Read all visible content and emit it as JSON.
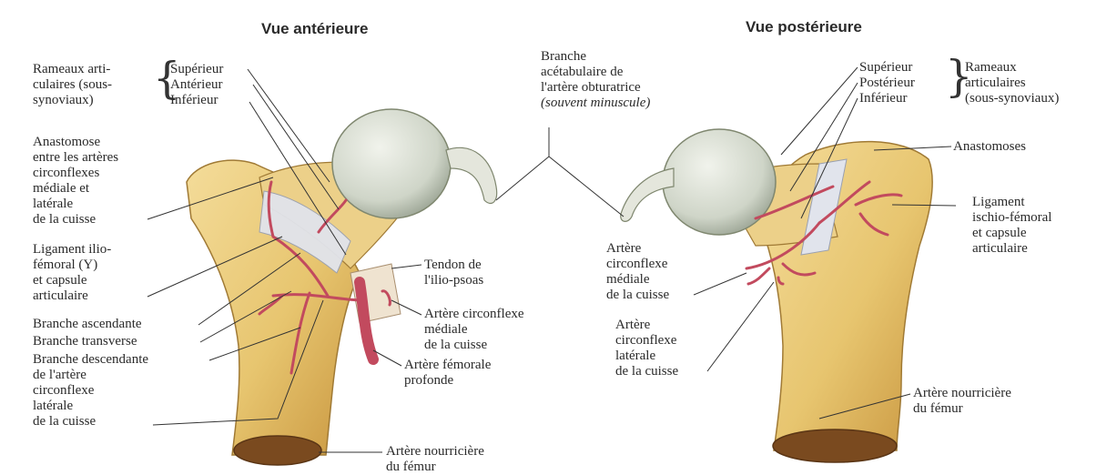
{
  "titles": {
    "anterior": "Vue antérieure",
    "posterior": "Vue postérieure"
  },
  "anterior": {
    "rameaux_group": [
      "Rameaux arti-",
      "culaires (sous-",
      "synoviaux)"
    ],
    "rameaux_items": [
      "Supérieur",
      "Antérieur",
      "Inférieur"
    ],
    "anastomose": [
      "Anastomose",
      "entre les artères",
      "circonflexes",
      "médiale et",
      "latérale",
      "de la cuisse"
    ],
    "ligament": [
      "Ligament ilio-",
      "fémoral (Y)",
      "et capsule",
      "articulaire"
    ],
    "branche_asc": "Branche ascendante",
    "branche_trans": "Branche transverse",
    "branche_desc": [
      "Branche descendante",
      "de l'artère",
      "circonflexe",
      "latérale",
      "de la cuisse"
    ],
    "tendon": [
      "Tendon de",
      "l'ilio-psoas"
    ],
    "circ_mediale": [
      "Artère circonflexe",
      "médiale",
      "de la cuisse"
    ],
    "femorale": [
      "Artère fémorale",
      "profonde"
    ],
    "nourriciere": [
      "Artère nourricière",
      "du fémur"
    ]
  },
  "center": {
    "branche_acet": [
      "Branche",
      "acétabulaire de",
      "l'artère obturatrice"
    ],
    "branche_acet_note": "(souvent minuscule)"
  },
  "posterior": {
    "rameaux_items": [
      "Supérieur",
      "Postérieur",
      "Inférieur"
    ],
    "rameaux_group": [
      "Rameaux",
      "articulaires",
      "(sous-synoviaux)"
    ],
    "anastomoses": "Anastomoses",
    "ligament": [
      "Ligament",
      "ischio-fémoral",
      "et capsule",
      "articulaire"
    ],
    "circ_mediale": [
      "Artère",
      "circonflexe",
      "médiale",
      "de la cuisse"
    ],
    "circ_laterale": [
      "Artère",
      "circonflexe",
      "latérale",
      "de la cuisse"
    ],
    "nourriciere": [
      "Artère nourricière",
      "du fémur"
    ]
  },
  "colors": {
    "bone": "#e9c97a",
    "bone_shade": "#c99a45",
    "cartilage": "#d9ddd2",
    "artery": "#c24a5e",
    "ligament": "#e3e6ee",
    "line": "#333333"
  }
}
